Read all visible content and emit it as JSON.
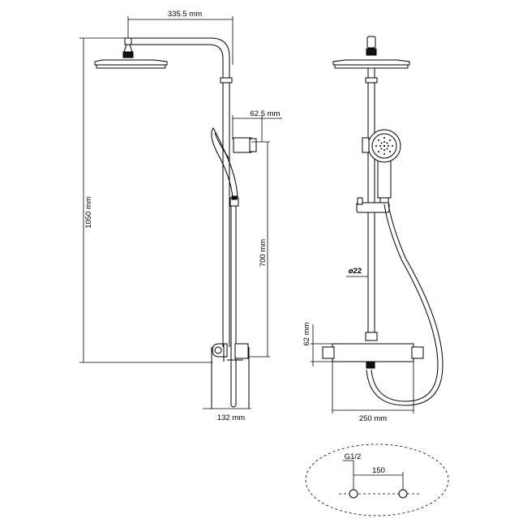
{
  "dimensions": {
    "arm_length": "335.5 mm",
    "total_height": "1050 mm",
    "bracket_offset": "62.5 mm",
    "slide_rail": "700 mm",
    "mixer_depth": "132 mm",
    "mixer_height": "62 mm",
    "mixer_width": "250 mm",
    "pipe_diameter": "ø22",
    "inlet_thread": "G1/2",
    "inlet_spacing": "150"
  }
}
